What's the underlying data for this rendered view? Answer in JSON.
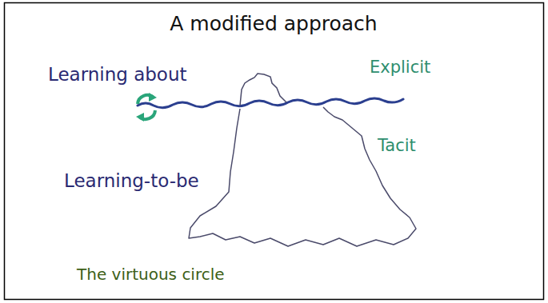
{
  "diagram": {
    "title": "A modified approach",
    "labels": [
      "Learning about",
      "Explicit",
      "Tacit",
      "Learning-to-be",
      "The virtuous circle"
    ]
  }
}
